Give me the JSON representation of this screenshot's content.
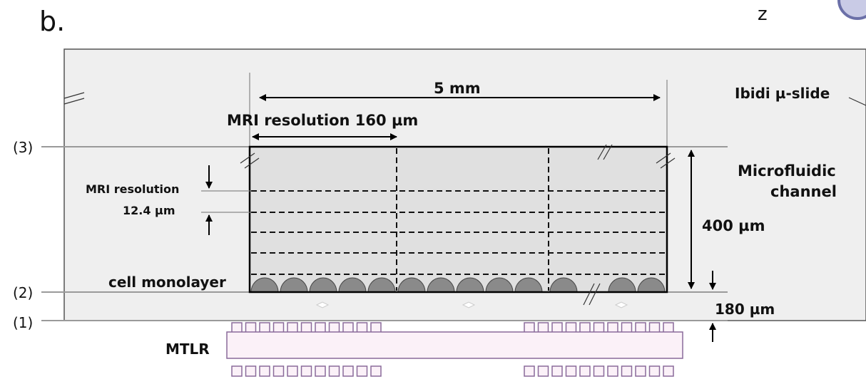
{
  "panel_label": "b.",
  "axis_label": "z",
  "labels": {
    "slide": "Ibidi µ-slide",
    "width": "5 mm",
    "mri_lateral": "MRI resolution 160 µm",
    "channel_line1": "Microfluidic",
    "channel_line2": "channel",
    "height": "400 µm",
    "mri_axial_line1": "MRI resolution",
    "mri_axial_line2": "12.4 µm",
    "cells": "cell monolayer",
    "gap": "180 µm",
    "coil": "MTLR"
  },
  "level_labels": [
    "(3)",
    "(2)",
    "(1)"
  ],
  "colors": {
    "slide_fill": "#efefef",
    "channel_fill": "#e0e0e0",
    "cell_fill": "#8a8a8a",
    "coil_fill": "#fbf1f8",
    "coil_stroke": "#8a6a9a",
    "axis_circle": "#6b70a8"
  }
}
